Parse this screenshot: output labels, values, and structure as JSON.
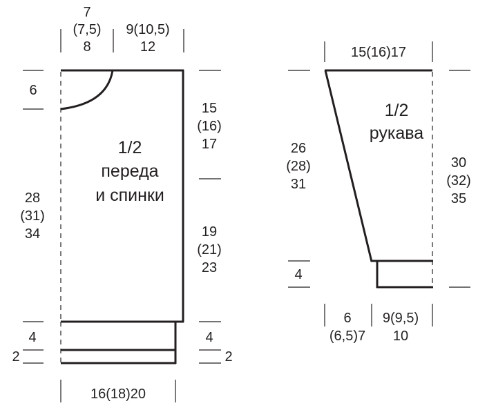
{
  "body_panel": {
    "title_line1": "1/2",
    "title_line2": "переда",
    "title_line3": "и спинки",
    "neck_width": {
      "l1": "7",
      "l2": "(7,5)",
      "l3": "8"
    },
    "shoulder_width": {
      "l1": "9(10,5)",
      "l2": "12"
    },
    "neck_depth": "6",
    "armhole_height": {
      "l1": "15",
      "l2": "(16)",
      "l3": "17"
    },
    "side_height": {
      "l1": "19",
      "l2": "(21)",
      "l3": "23"
    },
    "total_height": {
      "l1": "28",
      "l2": "(31)",
      "l3": "34"
    },
    "band_left": "4",
    "band_right": "4",
    "edge_left": "2",
    "edge_right": "2",
    "bottom_width": "16(18)20"
  },
  "sleeve_panel": {
    "title_line1": "1/2",
    "title_line2": "рукава",
    "top_width": "15(16)17",
    "left_height": {
      "l1": "26",
      "l2": "(28)",
      "l3": "31"
    },
    "right_height": {
      "l1": "30",
      "l2": "(32)",
      "l3": "35"
    },
    "cuff": "4",
    "bottom_left": {
      "l1": "6",
      "l2": "(6,5)7"
    },
    "bottom_right": {
      "l1": "9(9,5)",
      "l2": "10"
    }
  }
}
